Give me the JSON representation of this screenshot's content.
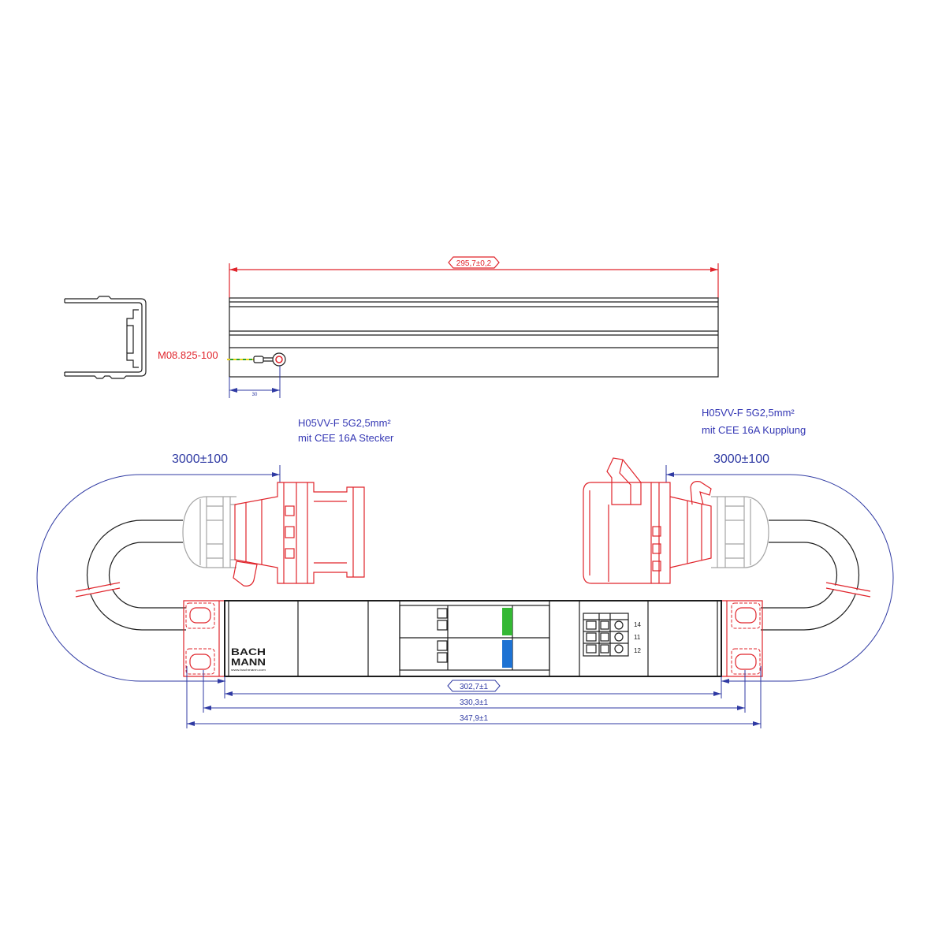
{
  "drawing": {
    "top_view": {
      "length_dimension": "295,7±0,2",
      "earth_part_number": "M08.825-100",
      "earth_offset_dimension": "30"
    },
    "input_cable": {
      "spec": "H05VV-F 5G2,5mm²",
      "connector": "mit CEE 16A Stecker",
      "length": "3000±100"
    },
    "output_cable": {
      "spec": "H05VV-F 5G2,5mm²",
      "connector": "mit CEE 16A Kupplung",
      "length": "3000±100"
    },
    "front_view": {
      "logo": {
        "line1": "BACH",
        "line2": "MANN",
        "url": "www.bachmann.com"
      },
      "relay_terminal_labels": [
        "14",
        "11",
        "12"
      ],
      "dimensions": {
        "inner": "302,7±1",
        "middle": "330,3±1",
        "outer": "347,9±1"
      }
    }
  },
  "colors": {
    "dimension_red": "#e0242b",
    "dimension_blue": "#2f3aa3",
    "indicator_green": "#34b834",
    "indicator_blue": "#1d72d3"
  }
}
